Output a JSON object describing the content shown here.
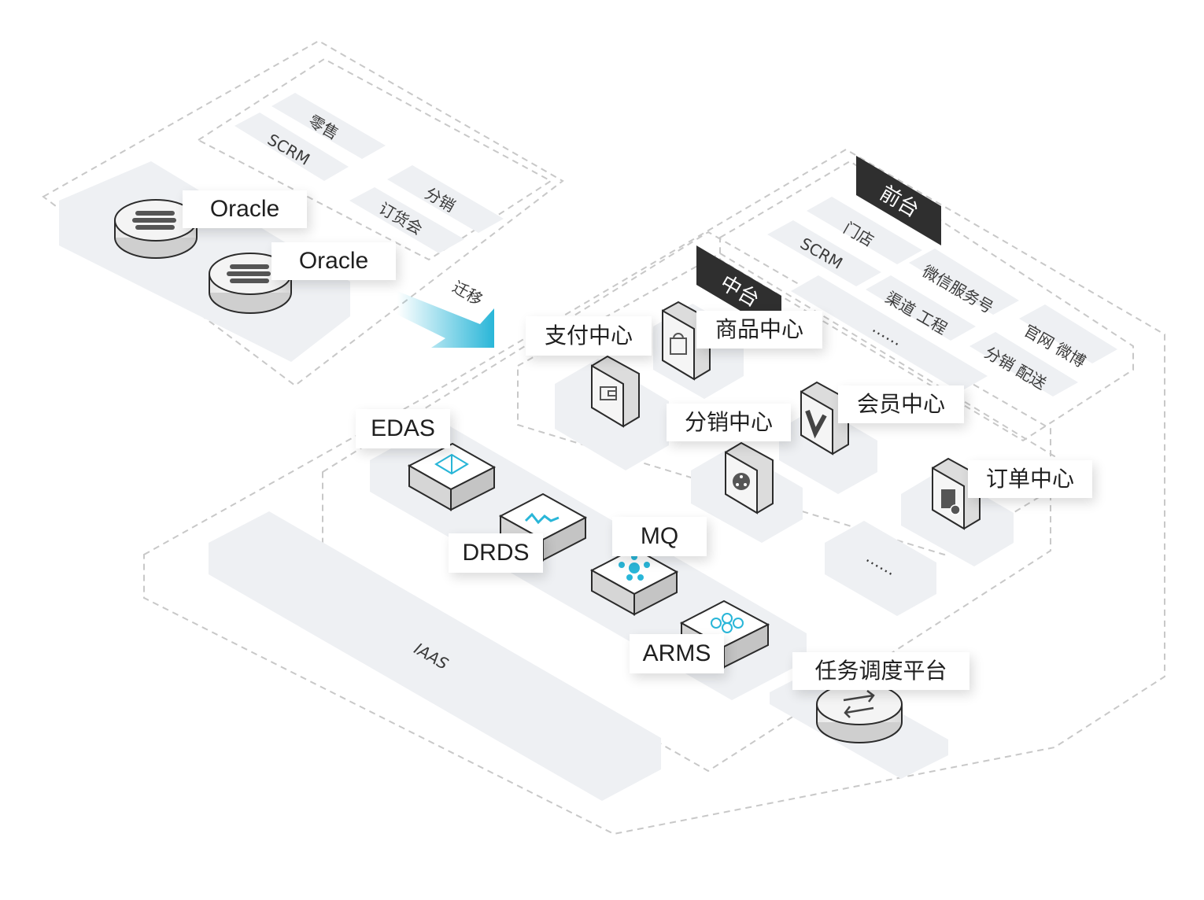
{
  "legacy": {
    "db_labels": [
      "Oracle",
      "Oracle"
    ],
    "apps": [
      "零售",
      "SCRM",
      "分销",
      "订货会"
    ]
  },
  "migration": {
    "label": "迁移"
  },
  "front": {
    "title": "前台",
    "apps": [
      "门店",
      "SCRM",
      "微信服务号",
      "渠道 工程",
      "官网 微博",
      "分销 配送",
      "……"
    ]
  },
  "middle": {
    "title": "中台",
    "centers": [
      "支付中心",
      "商品中心",
      "分销中心",
      "会员中心",
      "订单中心"
    ],
    "more": "……"
  },
  "middleware": [
    "EDAS",
    "DRDS",
    "MQ",
    "ARMS"
  ],
  "scheduler": "任务调度平台",
  "iaas": "IAAS",
  "colors": {
    "accent": "#29b6d8",
    "panel": "#eef0f3",
    "dark_tag": "#2f2f2f"
  },
  "icons": [
    "database-icon",
    "wallet-icon",
    "shopping-bag-icon",
    "share-node-icon",
    "v-badge-icon",
    "clipboard-check-icon",
    "cube-icon",
    "wave-icon",
    "hub-icon",
    "hexagon-cluster-icon",
    "sync-arrows-icon"
  ]
}
